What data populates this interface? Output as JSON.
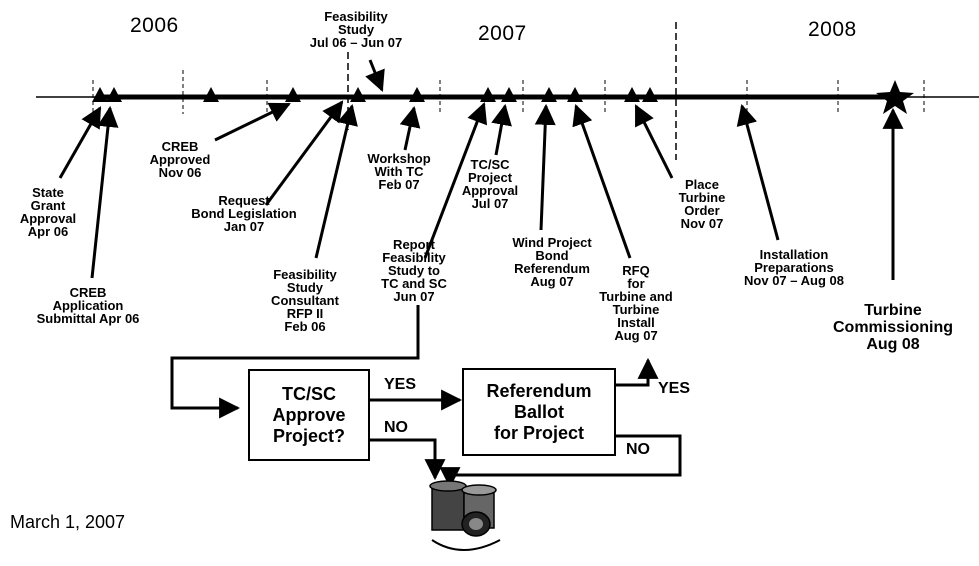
{
  "years": [
    "2006",
    "2007",
    "2008"
  ],
  "feasibility": {
    "line1": "Feasibility",
    "line2": "Study",
    "line3": "Jul 06 – Jun 07"
  },
  "events": {
    "state_grant": [
      "State",
      "Grant",
      "Approval",
      "Apr 06"
    ],
    "creb_app": [
      "CREB",
      "Application",
      "Submittal Apr 06"
    ],
    "creb_approved": [
      "CREB",
      "Approved",
      "Nov 06"
    ],
    "bond_leg": [
      "Request",
      "Bond Legislation",
      "Jan 07"
    ],
    "consultant": [
      "Feasibility",
      "Study",
      "Consultant",
      "RFP II",
      "Feb 06"
    ],
    "workshop": [
      "Workshop",
      "With TC",
      "Feb 07"
    ],
    "report": [
      "Report",
      "Feasibility",
      "Study to",
      "TC and SC",
      "Jun 07"
    ],
    "tcsc_approval": [
      "TC/SC",
      "Project",
      "Approval",
      "Jul 07"
    ],
    "referendum": [
      "Wind Project",
      "Bond",
      "Referendum",
      "Aug 07"
    ],
    "rfq": [
      "RFQ",
      "for",
      "Turbine and",
      "Turbine",
      "Install",
      "Aug 07"
    ],
    "place_order": [
      "Place",
      "Turbine",
      "Order",
      "Nov 07"
    ],
    "install_prep": [
      "Installation",
      "Preparations",
      "Nov 07 – Aug 08"
    ],
    "commissioning": [
      "Turbine",
      "Commissioning",
      "Aug 08"
    ]
  },
  "flow": {
    "box1": [
      "TC/SC",
      "Approve",
      "Project?"
    ],
    "box2": [
      "Referendum",
      "Ballot",
      "for Project"
    ],
    "yes": "YES",
    "no": "NO"
  },
  "footer_date": "March 1, 2007",
  "icons": {
    "trash": "trash-cans-icon",
    "star": "star-icon"
  }
}
